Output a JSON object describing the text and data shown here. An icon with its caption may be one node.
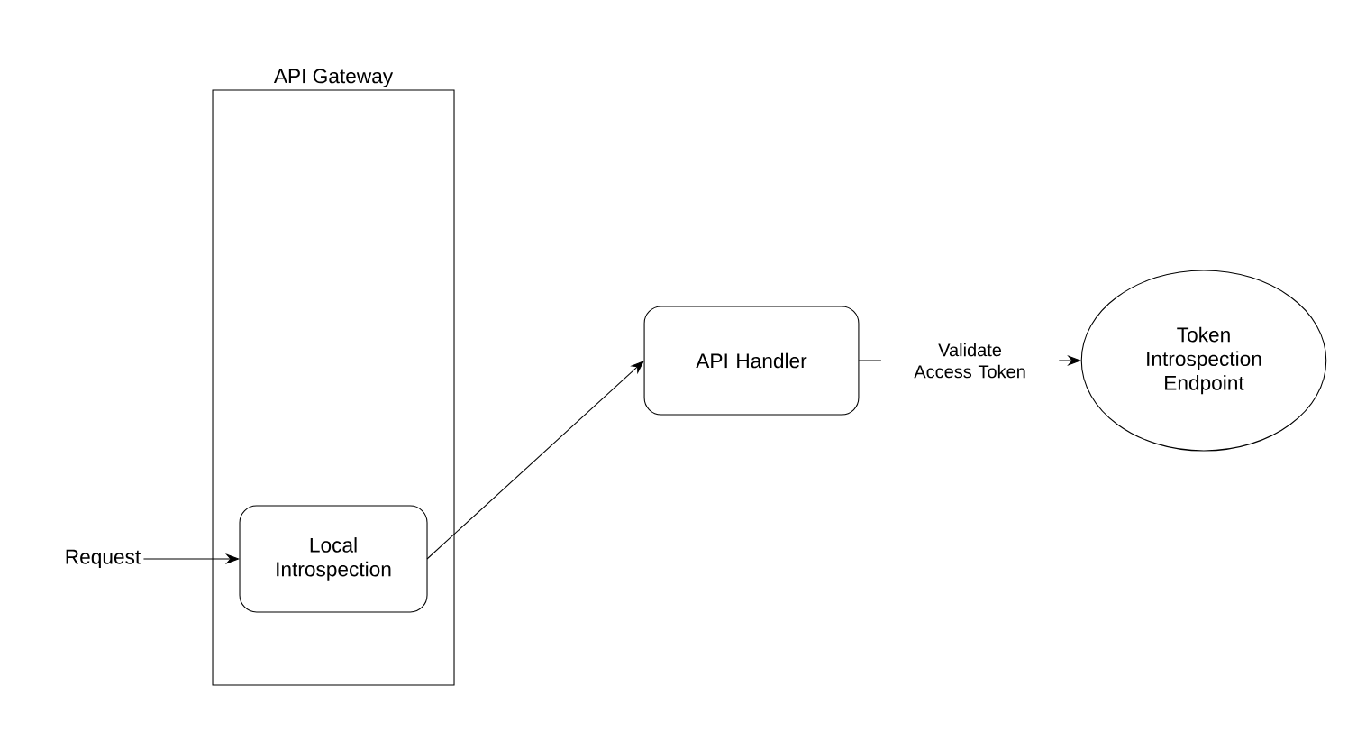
{
  "diagram": {
    "nodes": [
      {
        "text": [
          "API Gateway"
        ]
      },
      {
        "text": [
          "Local Introspection"
        ],
        "in": 0
      },
      {
        "text": [
          "API Handler"
        ]
      },
      {
        "text": [
          "Token Introspection Endpoint"
        ]
      },
      {
        "text": [
          "Request"
        ]
      }
    ],
    "edges": [
      {
        "from": 4,
        "to": 1,
        "arrow": "to"
      },
      {
        "from": 1,
        "to": 2,
        "arrow": "to"
      },
      {
        "from": 2,
        "to": 3,
        "arrow": "to",
        "label": "Validate Access Token"
      }
    ]
  }
}
